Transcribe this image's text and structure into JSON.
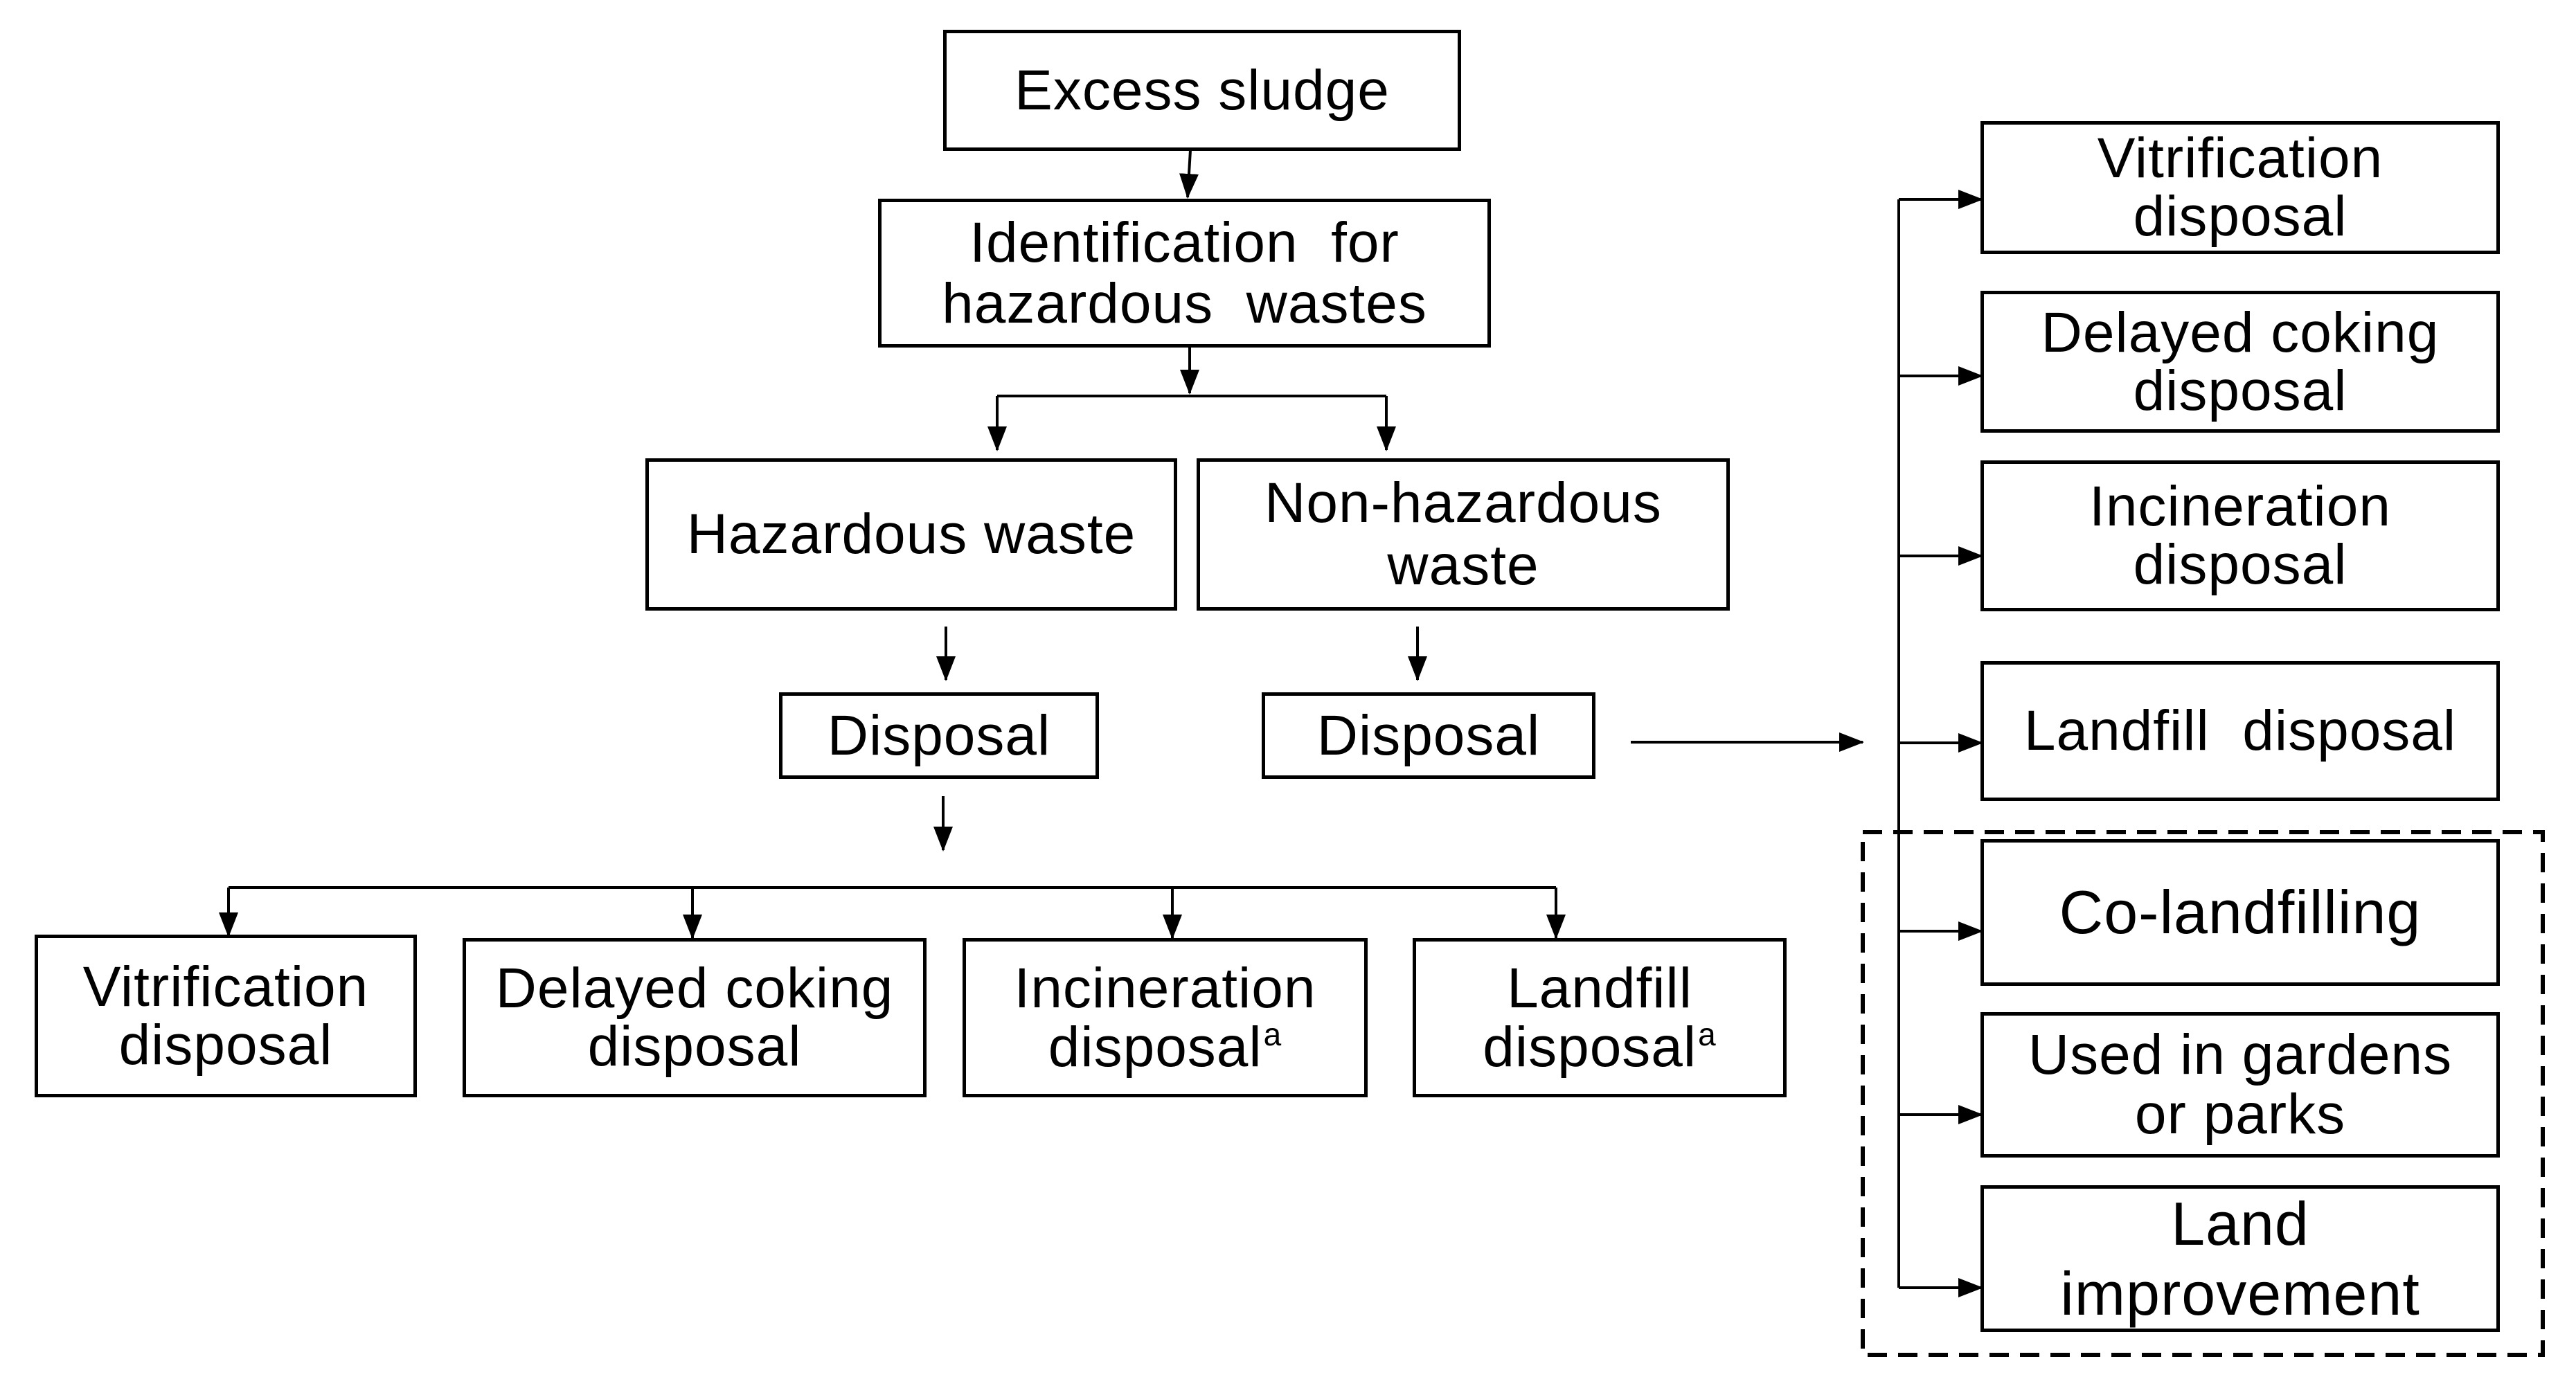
{
  "nodes": {
    "excess_sludge": "Excess sludge",
    "identification_line1": "Identification  for",
    "identification_line2": "hazardous  wastes",
    "hazardous_waste": "Hazardous waste",
    "non_hazardous_line1": "Non-hazardous",
    "non_hazardous_line2": "waste",
    "disposal_hazardous": "Disposal",
    "disposal_non_hazardous": "Disposal",
    "bottom_vitrification_line1": "Vitrification",
    "bottom_vitrification_line2": "disposal",
    "bottom_delayed_coking_line1": "Delayed coking",
    "bottom_delayed_coking_line2": "disposal",
    "bottom_incineration_line1": "Incineration",
    "bottom_incineration_line2": "disposal",
    "bottom_incineration_sup": "a",
    "bottom_landfill_line1": "Landfill",
    "bottom_landfill_line2": "disposal",
    "bottom_landfill_sup": "a",
    "right_vitrification_line1": "Vitrification",
    "right_vitrification_line2": "disposal",
    "right_delayed_coking_line1": "Delayed coking",
    "right_delayed_coking_line2": "disposal",
    "right_incineration_line1": "Incineration",
    "right_incineration_line2": "disposal",
    "right_landfill": "Landfill  disposal",
    "right_co_landfilling": "Co-landfilling",
    "right_gardens_line1": "Used in gardens",
    "right_gardens_line2": "or parks",
    "right_land_improvement_line1": "Land",
    "right_land_improvement_line2": "improvement"
  },
  "colors": {
    "line": "#000000",
    "background": "#ffffff"
  }
}
